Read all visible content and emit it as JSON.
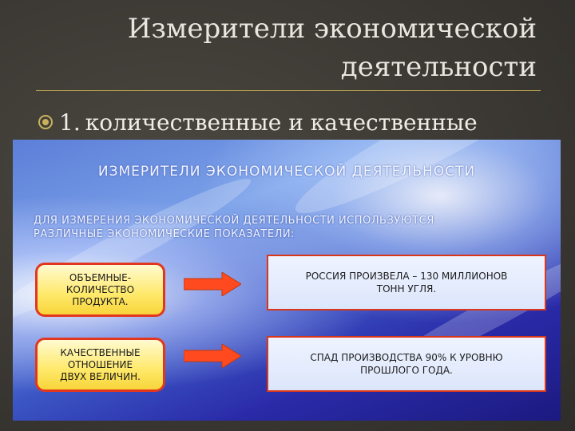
{
  "slide": {
    "title": "Измерители экономической деятельности",
    "bullet": {
      "number": "1.",
      "text": "количественные и качественные"
    }
  },
  "picture": {
    "heading": "ИЗМЕРИТЕЛИ  ЭКОНОМИЧЕСКОЙ ДЕЯТЕЛЬНОСТИ",
    "subheading_line1": "ДЛЯ  ИЗМЕРЕНИЯ  ЭКОНОМИЧЕСКОЙ ДЕЯТЕЛЬНОСТИ  ИСПОЛЬЗУЮТСЯ",
    "subheading_line2": "РАЗЛИЧНЫЕ  ЭКОНОМИЧЕСКИЕ  ПОКАЗАТЕЛИ:",
    "rows": [
      {
        "category": "ОБЪЕМНЫЕ-\nКОЛИЧЕСТВО\nПРОДУКТА.",
        "example": "РОССИЯ ПРОИЗВЕЛА – 130 МИЛЛИОНОВ\nТОНН УГЛЯ."
      },
      {
        "category": "КАЧЕСТВЕННЫЕ\nОТНОШЕНИЕ\nДВУХ ВЕЛИЧИН.",
        "example": "СПАД ПРОИЗВОДСТВА 90% К УРОВНЮ\nПРОШЛОГО ГОДА."
      }
    ],
    "colors": {
      "arrow_fill": "#ff4a1f",
      "box_border": "#d8371c",
      "category_box": "#ffe96a"
    }
  }
}
